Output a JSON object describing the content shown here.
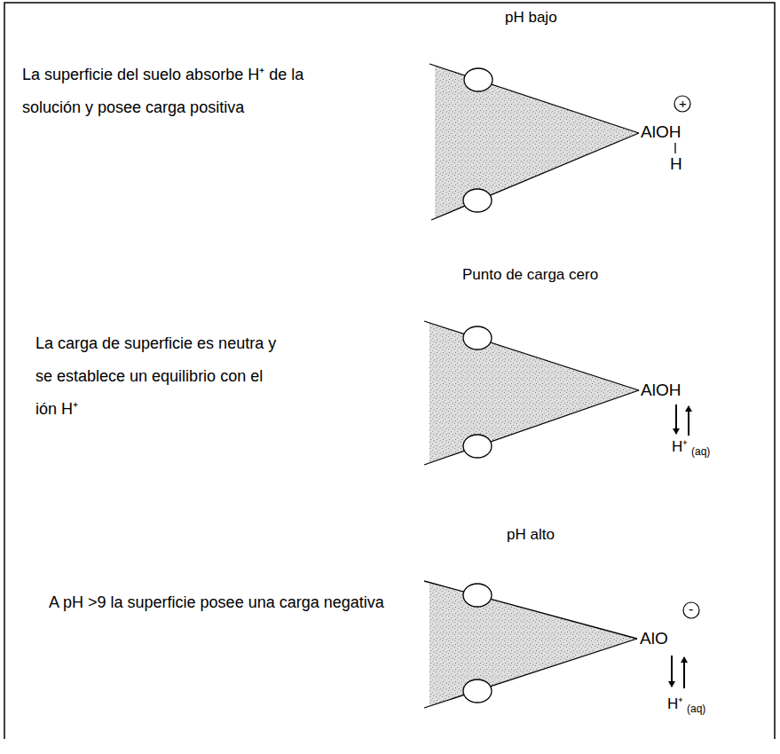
{
  "diagram": {
    "labels": [
      "pH bajo",
      "La superficie del suelo absorbe H⁺ de la solución y posee carga positiva",
      "+",
      "AlOH",
      "H",
      "Punto de carga cero",
      "La carga de superficie es neutra y se establece un equilibrio con el ión H⁺",
      "AlOH",
      "H⁺",
      "(aq)",
      "pH alto",
      "A pH >9 la superficie posee una carga negativa",
      "-",
      "AlO",
      "H⁺",
      "(aq)"
    ]
  }
}
